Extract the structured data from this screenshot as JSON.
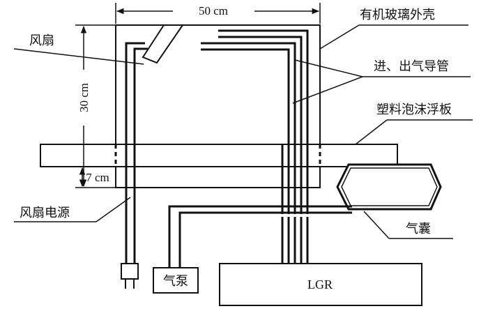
{
  "labels": {
    "width_dim": "50 cm",
    "height_dim": "30 cm",
    "depth_dim": "7 cm",
    "shell": "有机玻璃外壳",
    "tubes": "进、出气导管",
    "float_board": "塑料泡沫浮板",
    "fan": "风扇",
    "fan_power": "风扇电源",
    "air_bag": "气囊",
    "pump": "气泵",
    "analyzer": "LGR"
  },
  "colors": {
    "line": "#111111",
    "background": "#ffffff"
  }
}
